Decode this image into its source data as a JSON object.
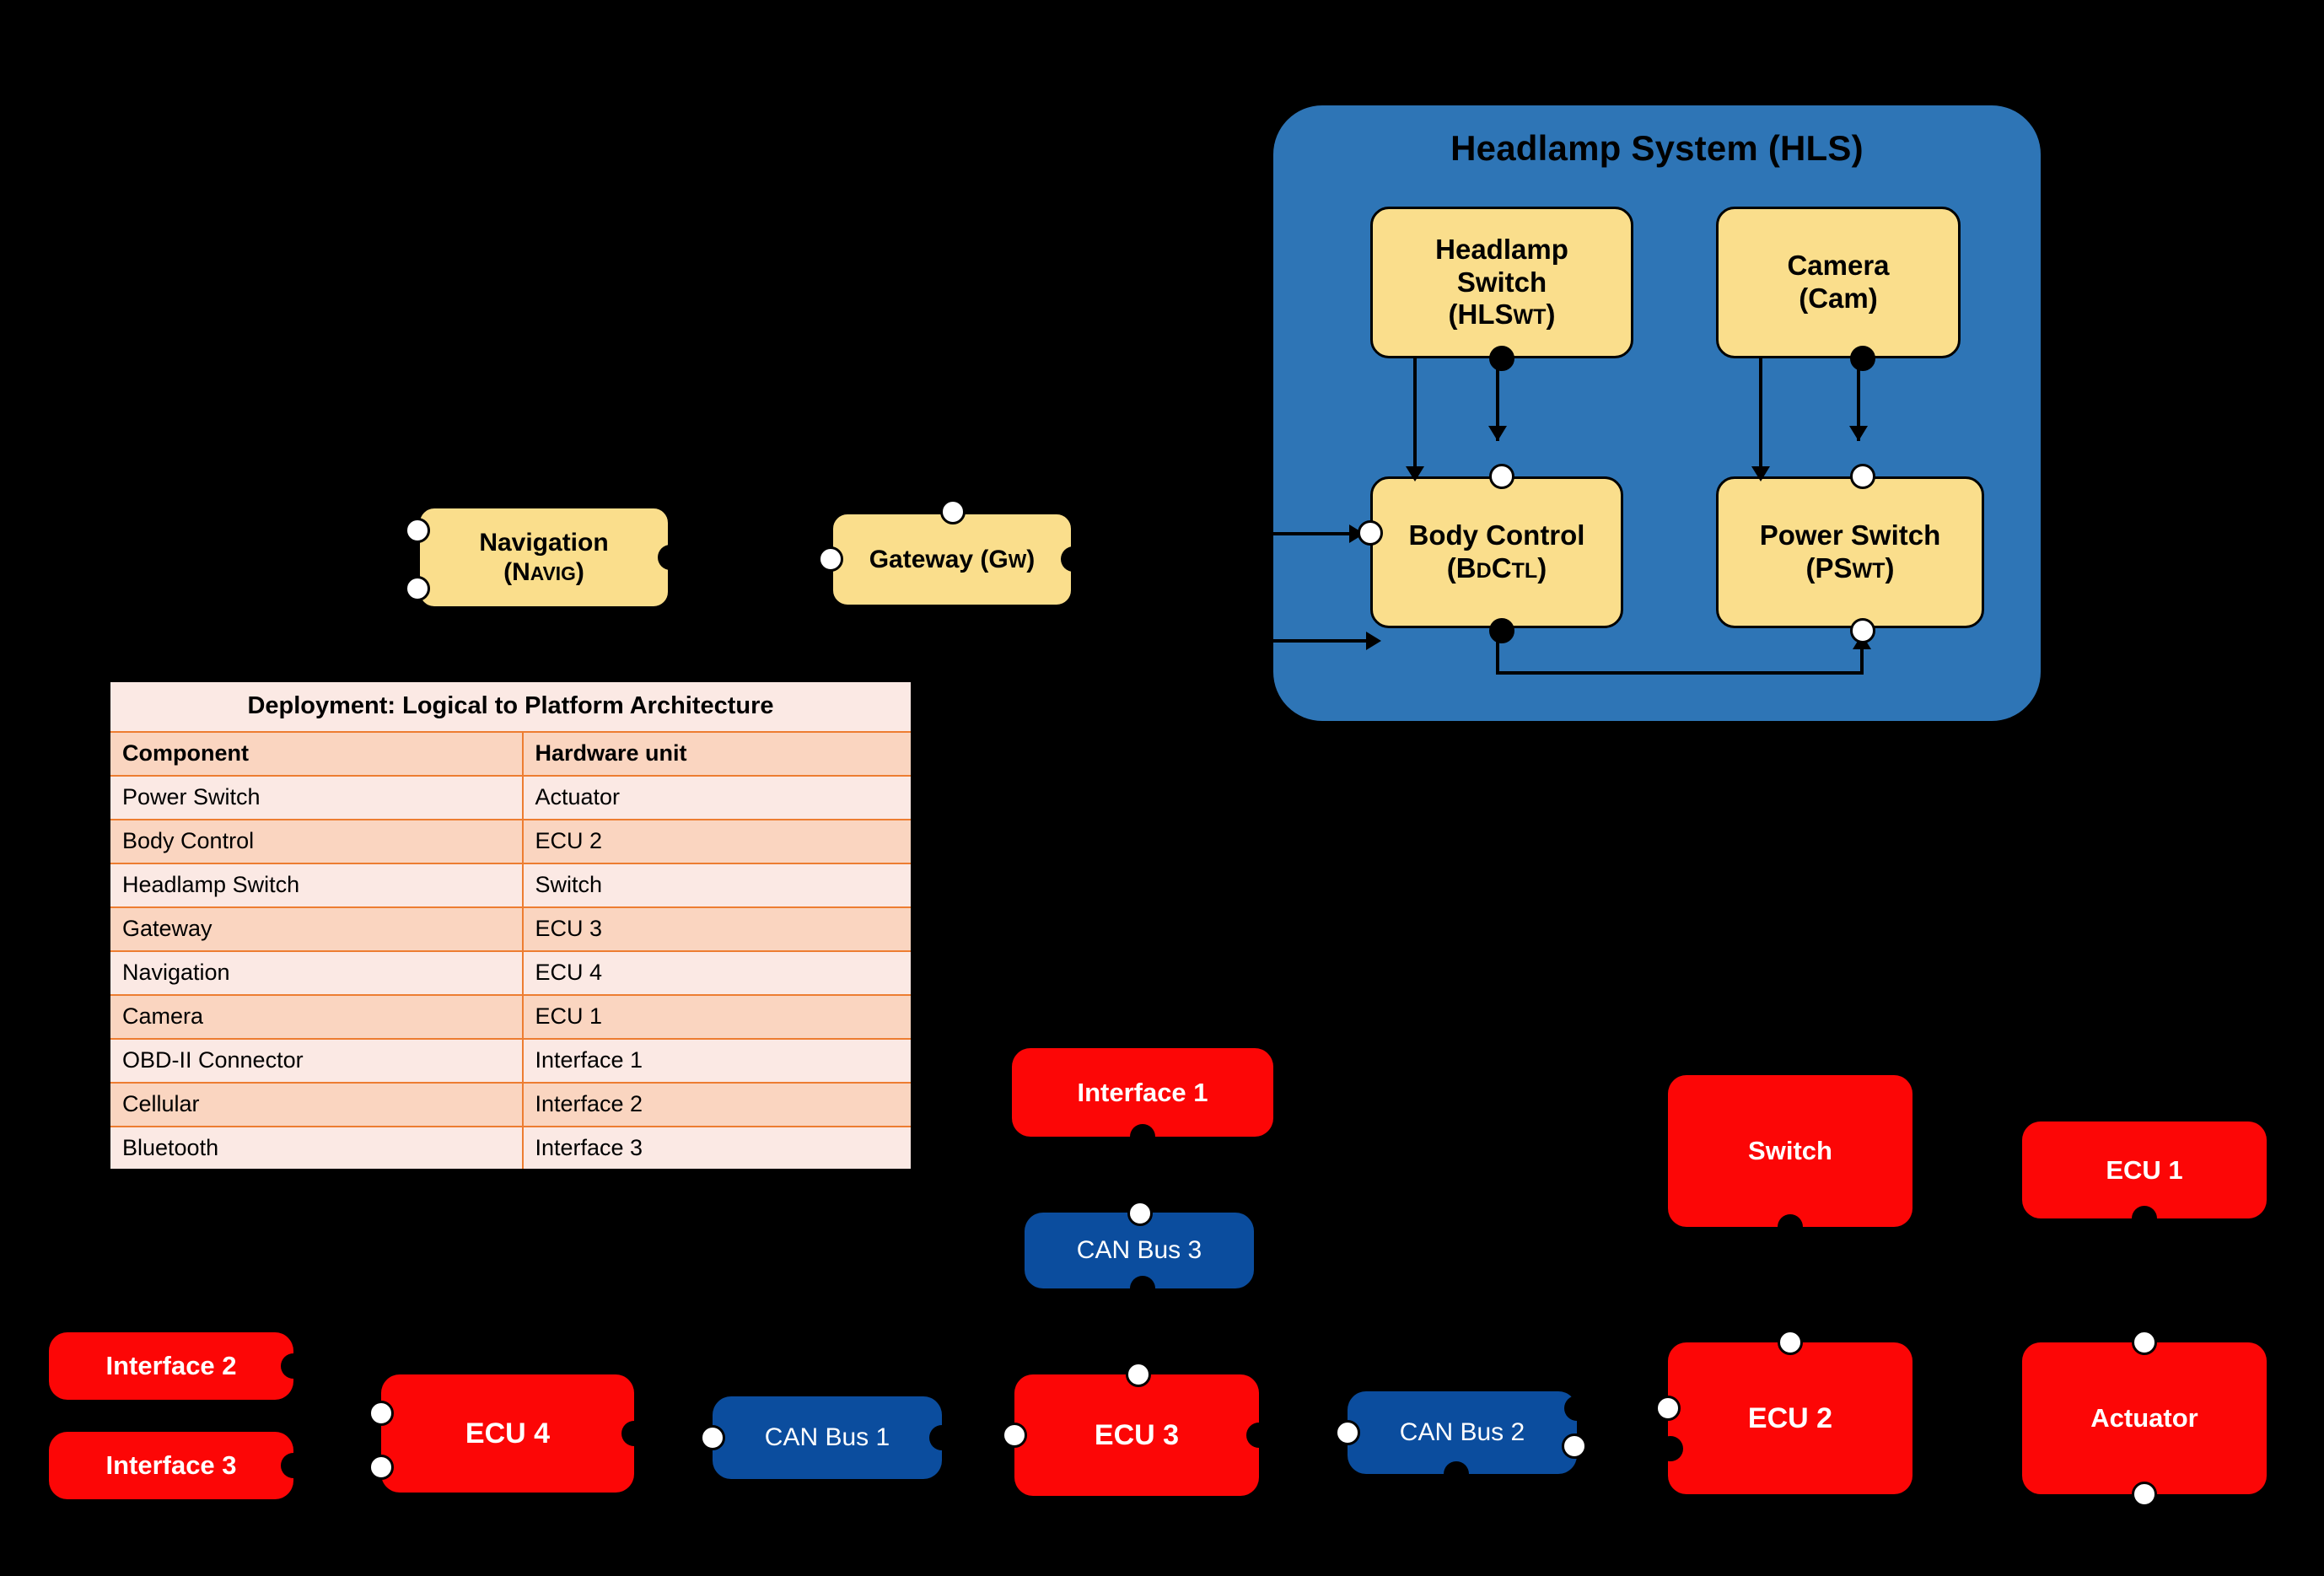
{
  "diagram": {
    "title": "Deployment: Logical to Platform Architecture"
  },
  "hls": {
    "title": "Headlamp System (HLS)",
    "panel_color": "#2E75B6",
    "component_color": "#FADE8C",
    "components": [
      {
        "id": "headlamp-switch",
        "line1": "Headlamp",
        "line2": "Switch",
        "abbr_open": "(HLS",
        "abbr_small": "WT",
        "abbr_close": ")"
      },
      {
        "id": "camera",
        "line1": "Camera",
        "line2": "",
        "abbr_open": "(Cam)",
        "abbr_small": "",
        "abbr_close": ""
      },
      {
        "id": "body-control",
        "line1": "Body Control",
        "line2": "",
        "abbr_open": "(B",
        "abbr_small": "D",
        "abbr_mid": "C",
        "abbr_small2": "TL",
        "abbr_close": ")"
      },
      {
        "id": "power-switch",
        "line1": "Power Switch",
        "line2": "",
        "abbr_open": "(PS",
        "abbr_small": "WT",
        "abbr_close": ")"
      }
    ]
  },
  "logical": {
    "navigation": {
      "line1": "Navigation",
      "abbr_open": "(N",
      "abbr_small": "AVIG",
      "abbr_close": ")"
    },
    "gateway": {
      "label": "Gateway (G",
      "abbr_small": "W",
      "abbr_close": ")"
    }
  },
  "table": {
    "title": "Deployment: Logical to Platform Architecture",
    "columns": [
      "Component",
      "Hardware unit"
    ],
    "rows": [
      [
        "Power Switch",
        "Actuator"
      ],
      [
        "Body Control",
        "ECU 2"
      ],
      [
        "Headlamp Switch",
        "Switch"
      ],
      [
        "Gateway",
        "ECU 3"
      ],
      [
        "Navigation",
        "ECU 4"
      ],
      [
        "Camera",
        "ECU 1"
      ],
      [
        "OBD-II Connector",
        "Interface 1"
      ],
      [
        "Cellular",
        "Interface 2"
      ],
      [
        "Bluetooth",
        "Interface 3"
      ]
    ]
  },
  "platform": {
    "ecu_color": "#FC0606",
    "bus_color": "#0B4D9E",
    "nodes": [
      {
        "id": "interface-1",
        "label": "Interface 1",
        "kind": "interface"
      },
      {
        "id": "can-bus-3",
        "label": "CAN Bus 3",
        "kind": "bus"
      },
      {
        "id": "switch",
        "label": "Switch",
        "kind": "ecu"
      },
      {
        "id": "ecu-1",
        "label": "ECU 1",
        "kind": "ecu"
      },
      {
        "id": "interface-2",
        "label": "Interface 2",
        "kind": "interface"
      },
      {
        "id": "interface-3",
        "label": "Interface 3",
        "kind": "interface"
      },
      {
        "id": "ecu-4",
        "label": "ECU 4",
        "kind": "ecu"
      },
      {
        "id": "can-bus-1",
        "label": "CAN Bus 1",
        "kind": "bus"
      },
      {
        "id": "ecu-3",
        "label": "ECU 3",
        "kind": "ecu"
      },
      {
        "id": "can-bus-2",
        "label": "CAN Bus 2",
        "kind": "bus"
      },
      {
        "id": "ecu-2",
        "label": "ECU 2",
        "kind": "ecu"
      },
      {
        "id": "actuator",
        "label": "Actuator",
        "kind": "ecu"
      }
    ]
  }
}
